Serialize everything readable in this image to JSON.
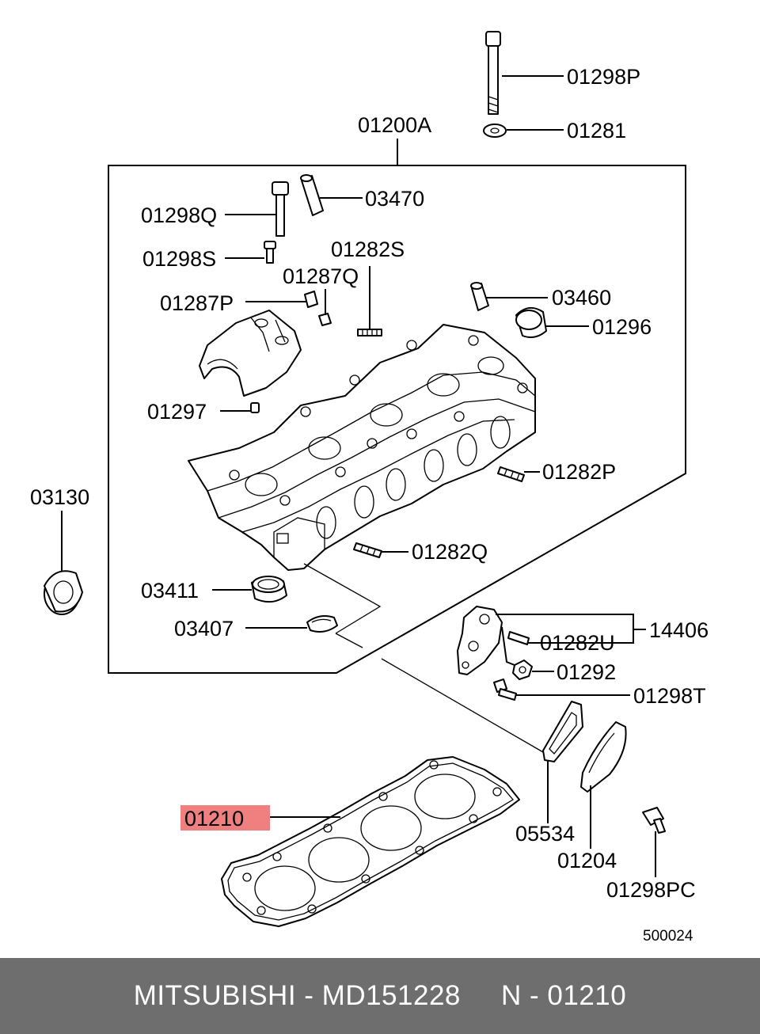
{
  "labels": {
    "p01298P": "01298P",
    "p01281": "01281",
    "p01200A": "01200A",
    "p03470": "03470",
    "p01298Q": "01298Q",
    "p01282S": "01282S",
    "p01298S": "01298S",
    "p01287Q": "01287Q",
    "p03460": "03460",
    "p01287P": "01287P",
    "p01296": "01296",
    "p01297": "01297",
    "p03130": "03130",
    "p01282P": "01282P",
    "p01282Q": "01282Q",
    "p03411": "03411",
    "p03407": "03407",
    "p14406": "14406",
    "p01282U": "01282U",
    "p01292": "01292",
    "p01298T": "01298T",
    "p01210": "01210",
    "p05534": "05534",
    "p01204": "01204",
    "p01298PC": "01298PC",
    "ref": "500024"
  },
  "highlight_color": "#f08080",
  "footer": {
    "text": "MITSUBISHI - MD151228     N - 01210",
    "background": "#6e6e6e"
  }
}
